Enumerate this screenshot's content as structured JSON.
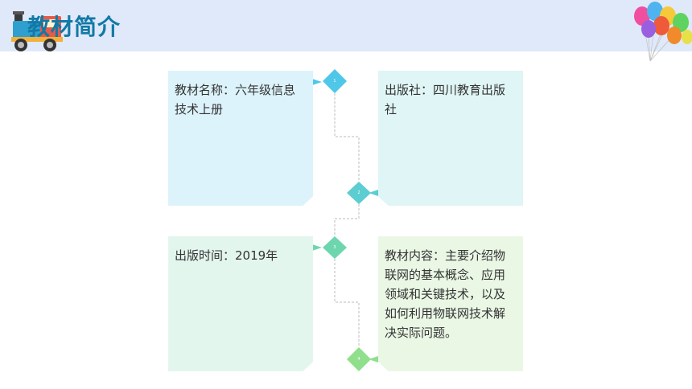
{
  "header": {
    "title": "教材简介"
  },
  "timeline": {
    "steps": [
      {
        "number": "1",
        "text": "教材名称：六年级信息技术上册",
        "color": "#4fc7e8"
      },
      {
        "number": "2",
        "text": "出版社：四川教育出版社",
        "color": "#5ccdd0"
      },
      {
        "number": "3",
        "text": "出版时间：2019年",
        "color": "#6ed6ae"
      },
      {
        "number": "4",
        "text": "教材内容：主要介绍物联网的基本概念、应用领域和关键技术，以及如何利用物联网技术解决实际问题。",
        "color": "#8fdf8c"
      }
    ]
  },
  "icons": {
    "left_decoration": "toy-train-icon",
    "right_decoration": "balloons-icon"
  },
  "colors": {
    "header_band": "#dfe9f9",
    "title": "#1279a6"
  }
}
